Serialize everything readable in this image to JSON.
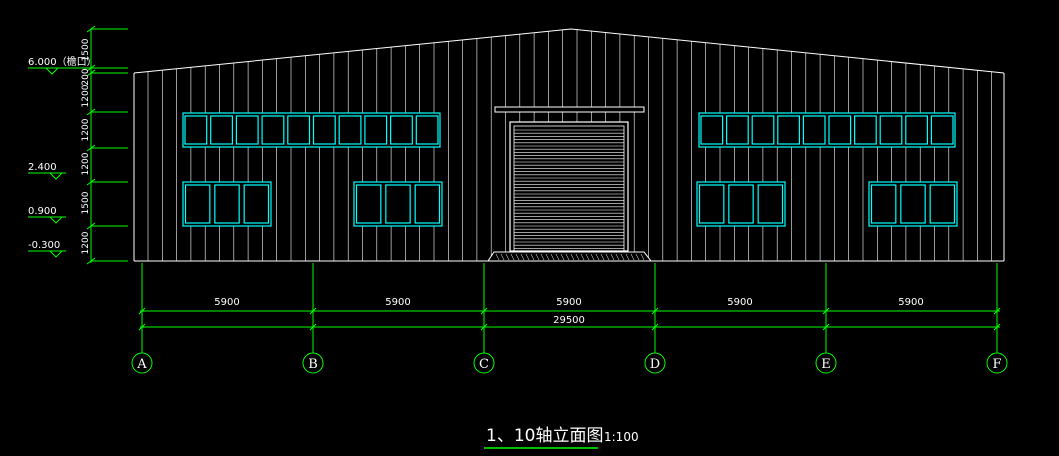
{
  "drawing": {
    "title": "1、10轴立面图",
    "scale": "1:100"
  },
  "elevation_marks": [
    "6.000（檐口）",
    "2.400",
    "0.900",
    "-0.300"
  ],
  "vertical_dimensions": [
    "1500",
    "200",
    "1200",
    "1200",
    "1200",
    "1500",
    "1200"
  ],
  "horizontal_dimensions": {
    "spans": [
      "5900",
      "5900",
      "5900",
      "5900",
      "5900"
    ],
    "total": "29500"
  },
  "axes": [
    "A",
    "B",
    "C",
    "D",
    "E",
    "F"
  ],
  "colors": {
    "background": "#000000",
    "outline": "#ffffff",
    "window": "#00ffff",
    "dimension": "#00ff00"
  }
}
